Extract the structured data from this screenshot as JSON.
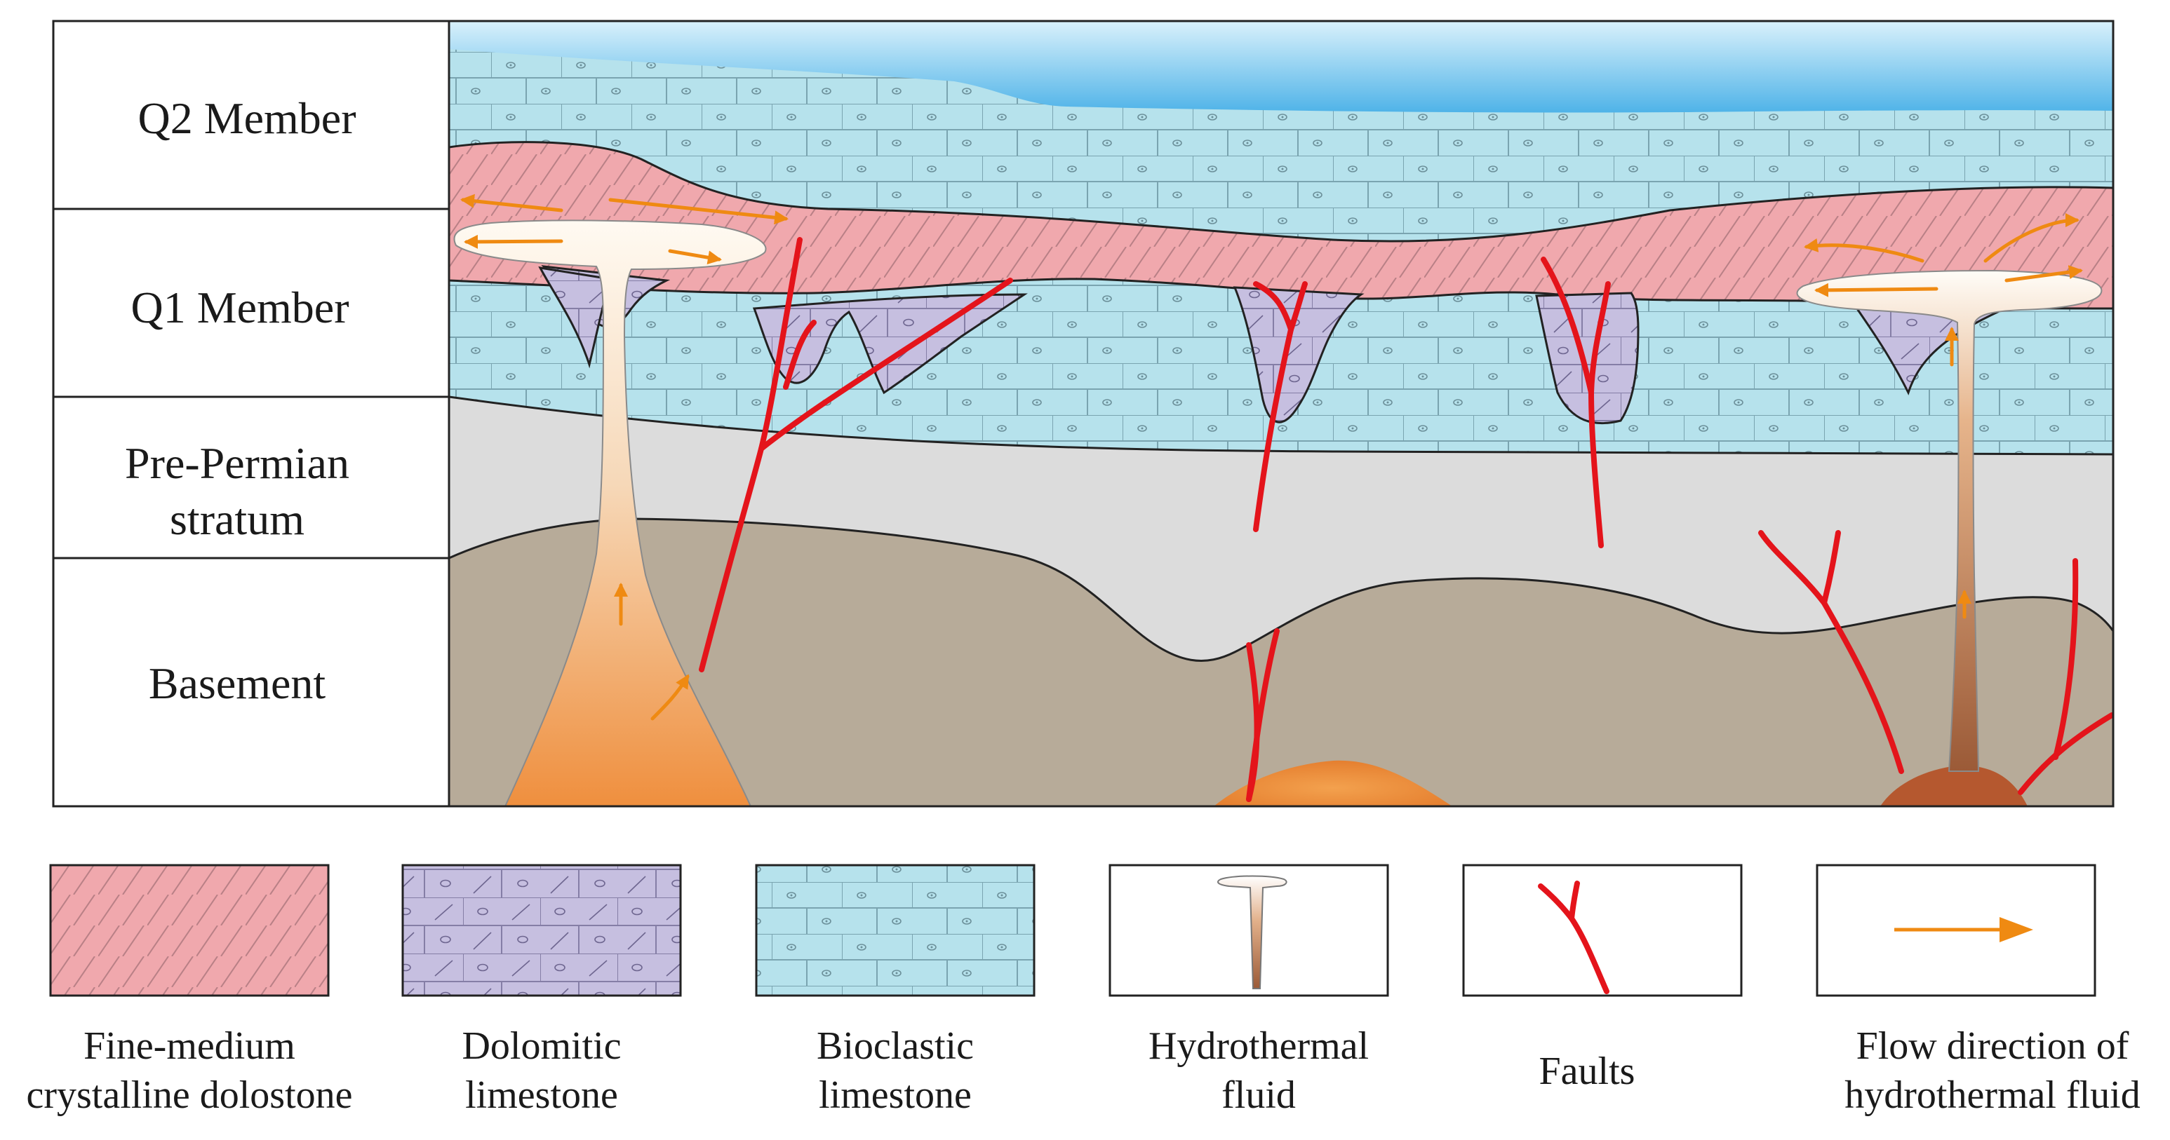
{
  "strata_labels": [
    {
      "id": "q2",
      "text": "Q2 Member"
    },
    {
      "id": "q1",
      "text": "Q1 Member"
    },
    {
      "id": "pre_permian",
      "lines": [
        "Pre-Permian",
        "stratum"
      ]
    },
    {
      "id": "basement",
      "text": "Basement"
    }
  ],
  "legend": [
    {
      "key": "dolostone",
      "lines": [
        "Fine-medium",
        "crystalline dolostone"
      ]
    },
    {
      "key": "dolomitic",
      "lines": [
        "Dolomitic",
        "limestone"
      ]
    },
    {
      "key": "bioclastic",
      "lines": [
        "Bioclastic",
        "limestone"
      ]
    },
    {
      "key": "hydrothermal",
      "lines": [
        "Hydrothermal",
        "fluid"
      ]
    },
    {
      "key": "faults",
      "lines": [
        "Faults"
      ]
    },
    {
      "key": "flow",
      "lines": [
        "Flow direction of",
        "hydrothermal fluid"
      ]
    }
  ],
  "colors": {
    "sea": "#6fc3ec",
    "dolostone": "#f0a8ad",
    "dolomitic_limestone": "#c6bfe0",
    "bioclastic_limestone": "#b6e2ec",
    "pre_permian": "#dcdcdc",
    "basement": "#b7ab99",
    "fault": "#e4141b",
    "flow_arrow": "#ef8a12",
    "magma": "#e98a3b"
  }
}
